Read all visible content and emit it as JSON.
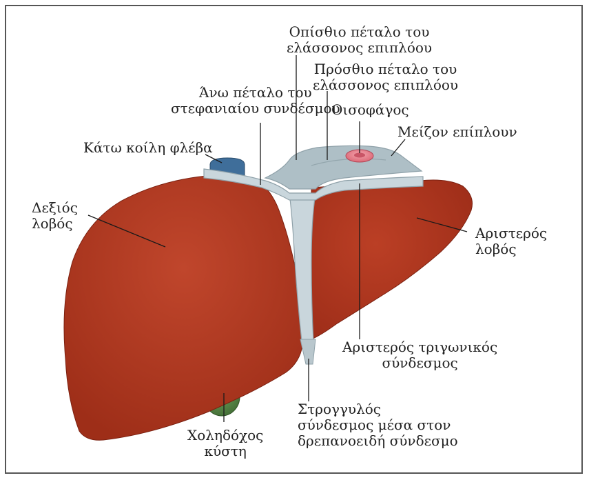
{
  "colors": {
    "liver": "#b0351f",
    "liver_dark": "#8e2614",
    "ligament": "#c9d6dc",
    "ligament_edge": "#8fa1a9",
    "vena_cava": "#3f6e9a",
    "gallbladder": "#5b8a4a",
    "esophagus": "#e07a86",
    "leader": "#1a1a1a"
  },
  "labels": {
    "posterior_lesser_omentum": [
      "Οπίσθιο πέταλο του",
      "ελάσσονος επιπλόου"
    ],
    "anterior_lesser_omentum": [
      "Πρόσθιο πέταλο του",
      "ελάσσονος επιπλόου"
    ],
    "upper_coronary": [
      "Άνω πέταλο του",
      "στεφανιαίου συνδέσμου"
    ],
    "esophagus": [
      "Οισοφάγος"
    ],
    "greater_omentum": [
      "Μείζον επίπλουν"
    ],
    "ivc": [
      "Κάτω κοίλη φλέβα"
    ],
    "right_lobe": [
      "Δεξιός",
      "λοβός"
    ],
    "left_lobe": [
      "Αριστερός",
      "λοβός"
    ],
    "left_triangular": [
      "Αριστερός τριγωνικός",
      "σύνδεσμος"
    ],
    "round_ligament": [
      "Στρογγυλός",
      "σύνδεσμος μέσα στον",
      "δρεπανοειδή σύνδεσμο"
    ],
    "gallbladder": [
      "Χοληδόχος",
      "κύστη"
    ]
  }
}
